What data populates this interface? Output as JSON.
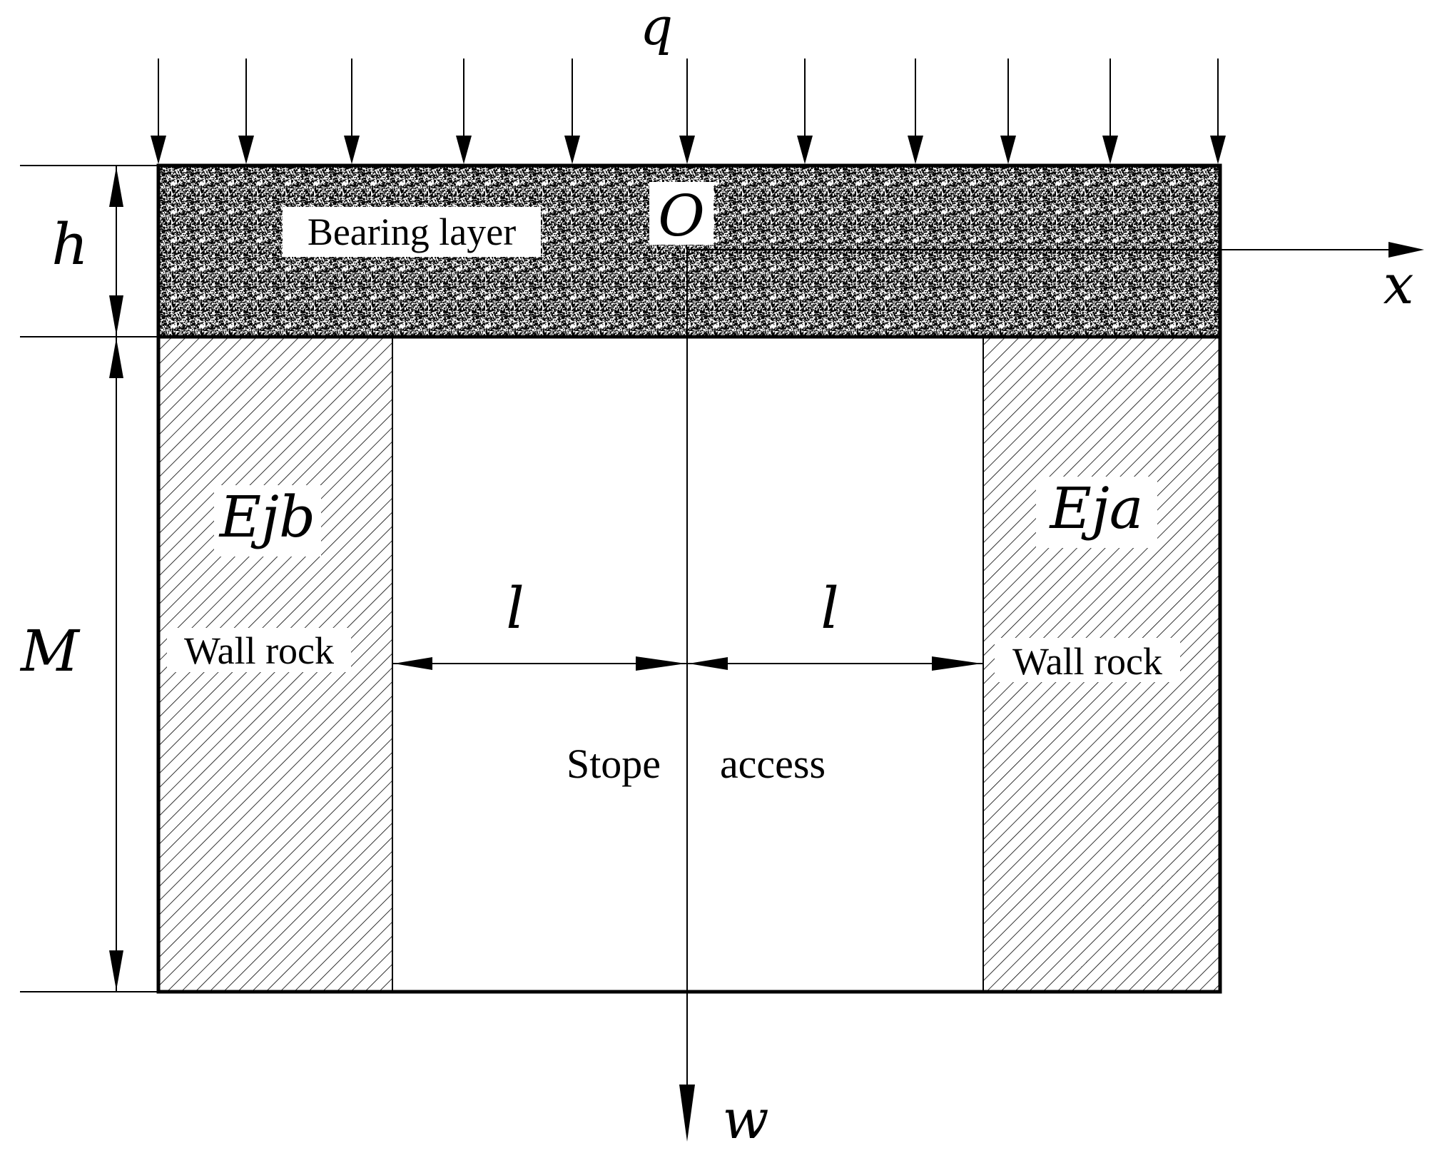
{
  "labels": {
    "load": "q",
    "origin": "O",
    "x_axis": "x",
    "w_axis": "w",
    "thickness": "h",
    "height": "M",
    "left_modulus": "Ejb",
    "right_modulus": "Eja",
    "half_span_left": "l",
    "half_span_right": "l",
    "bearing_layer": "Bearing layer",
    "wall_rock_left": "Wall rock",
    "wall_rock_right": "Wall rock",
    "stope_access_a": "Stope",
    "stope_access_b": "access"
  },
  "load_arrow_count": 11,
  "colors": {
    "ink": "#000000",
    "paper": "#ffffff"
  }
}
